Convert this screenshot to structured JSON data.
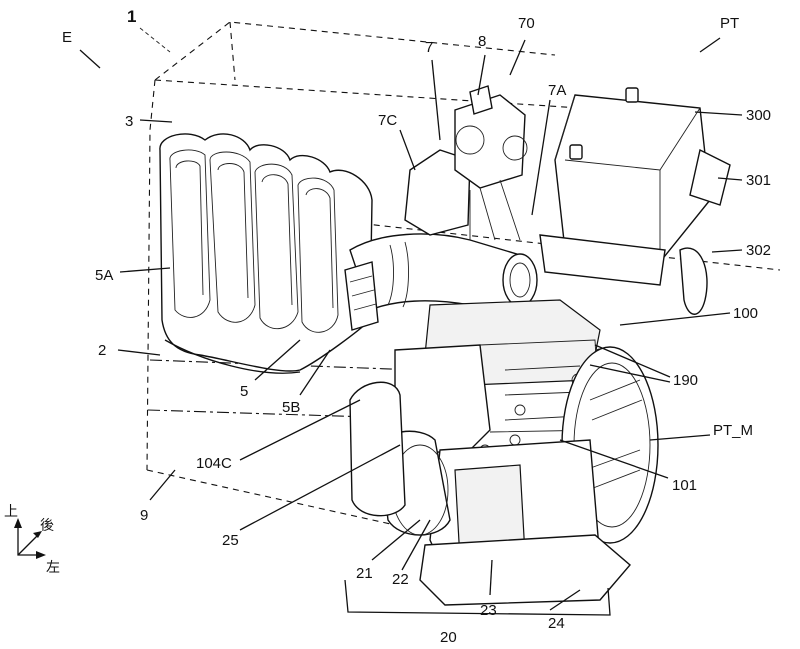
{
  "labels": {
    "l1": "1",
    "lE": "E",
    "l3": "3",
    "l7": "7",
    "l8": "8",
    "l70": "70",
    "lPT": "PT",
    "l7C": "7C",
    "l7A": "7A",
    "l300": "300",
    "l301": "301",
    "l302": "302",
    "l5A": "5A",
    "l100": "100",
    "l2": "2",
    "l190": "190",
    "l5": "5",
    "l5B": "5B",
    "lPTM": "PT_M",
    "l104C": "104C",
    "l101": "101",
    "l9": "9",
    "l25": "25",
    "l21": "21",
    "l22": "22",
    "l23": "23",
    "l24": "24",
    "l20": "20"
  },
  "axes": {
    "up": "上",
    "rear": "後",
    "left": "左"
  }
}
